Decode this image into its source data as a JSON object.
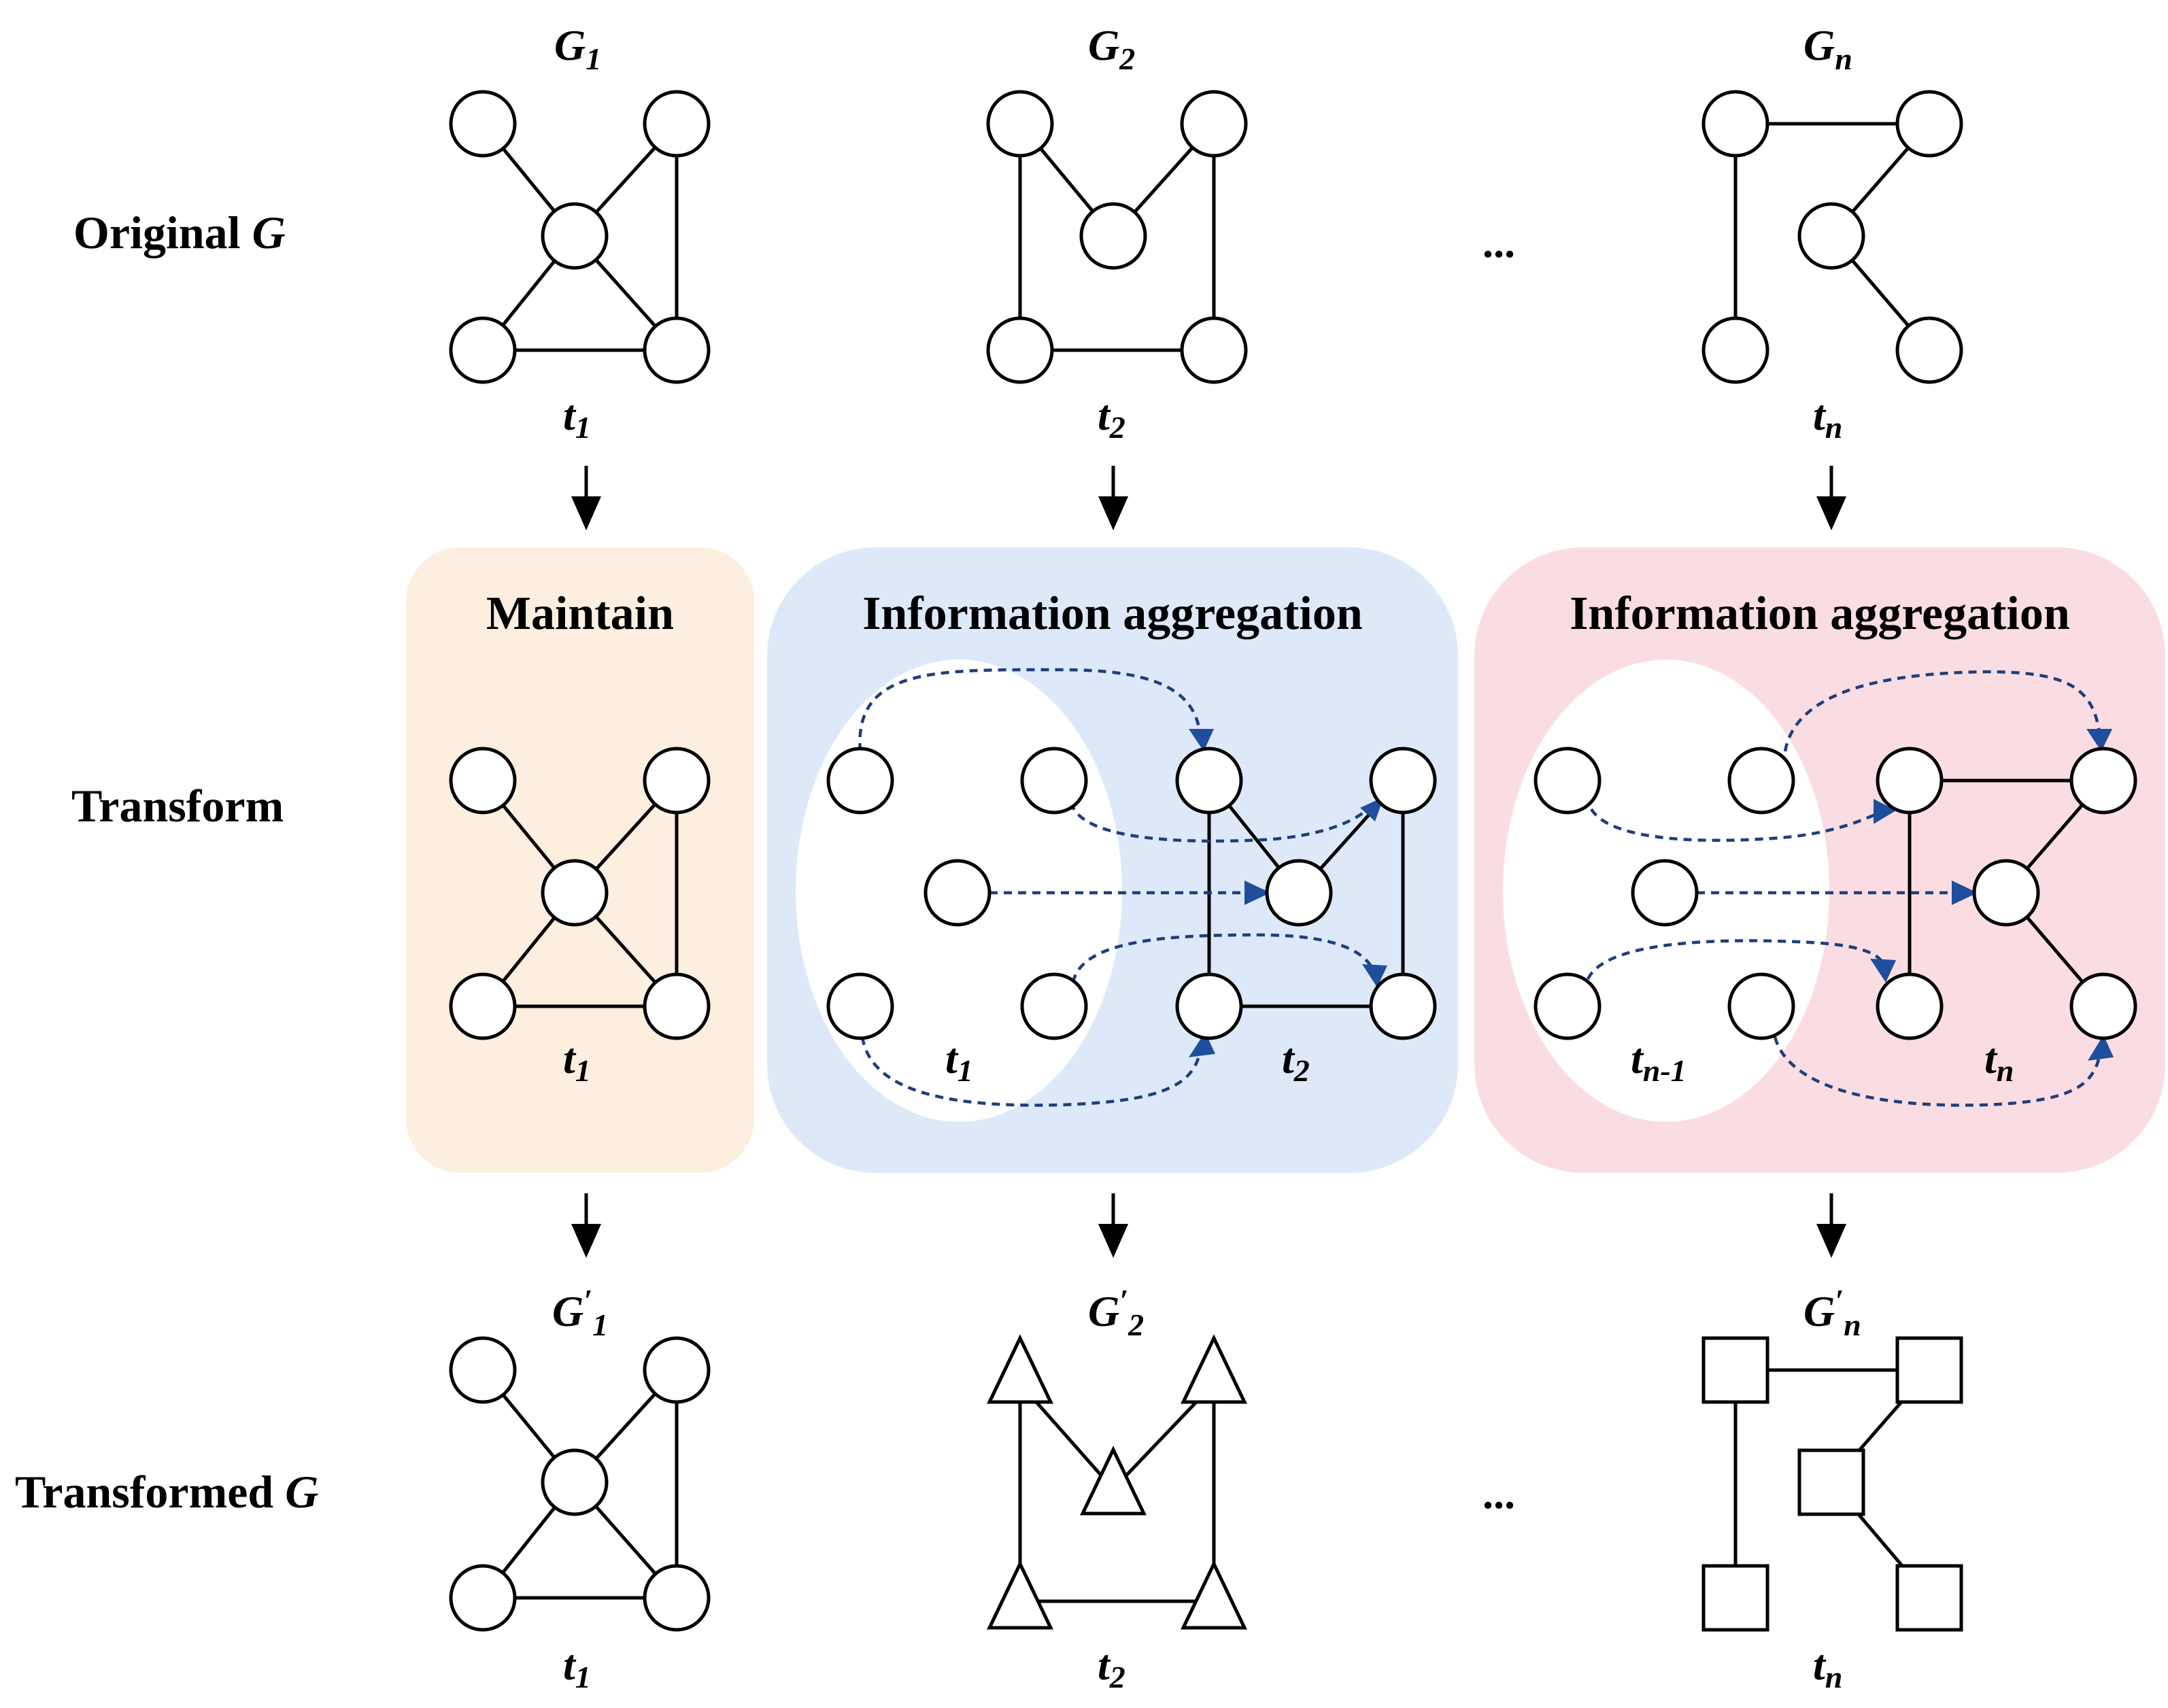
{
  "rows": {
    "original": [
      "Original ",
      "G"
    ],
    "transform": "Transform",
    "transformed": [
      "Transformed ",
      "G"
    ]
  },
  "columns": {
    "g1": {
      "letter": "G",
      "sub": "1",
      "time_letter": "t",
      "time_sub": "1"
    },
    "g2": {
      "letter": "G",
      "sub": "2",
      "time_letter": "t",
      "time_sub": "2"
    },
    "gn": {
      "letter": "G",
      "sub": "n",
      "time_letter": "t",
      "time_sub": "n"
    }
  },
  "transformed_columns": {
    "g1": {
      "letter": "G",
      "prime": "′",
      "sub": "1",
      "time_letter": "t",
      "time_sub": "1"
    },
    "g2": {
      "letter": "G",
      "prime": "′",
      "sub": "2",
      "time_letter": "t",
      "time_sub": "2"
    },
    "gn": {
      "letter": "G",
      "prime": "′",
      "sub": "n",
      "time_letter": "t",
      "time_sub": "n"
    }
  },
  "ellipsis": "...",
  "panels": {
    "maintain": {
      "title": "Maintain",
      "time_letter": "t",
      "time_sub": "1",
      "color": "#fdefdf"
    },
    "aggregation_2": {
      "title": "Information aggregation",
      "prev_time_letter": "t",
      "prev_time_sub": "1",
      "curr_time_letter": "t",
      "curr_time_sub": "2",
      "color": "#dde9f8"
    },
    "aggregation_n": {
      "title": "Information aggregation",
      "prev_time_letter": "t",
      "prev_time_sub": "n-1",
      "curr_time_letter": "t",
      "curr_time_sub": "n",
      "color": "#fadde2"
    }
  },
  "colors": {
    "flow_arrow": "#1f3f7a",
    "node_fill": "#ffffff",
    "edge": "#000000"
  },
  "node_shapes": {
    "g1": "circle",
    "g2": "triangle",
    "gn": "square"
  }
}
